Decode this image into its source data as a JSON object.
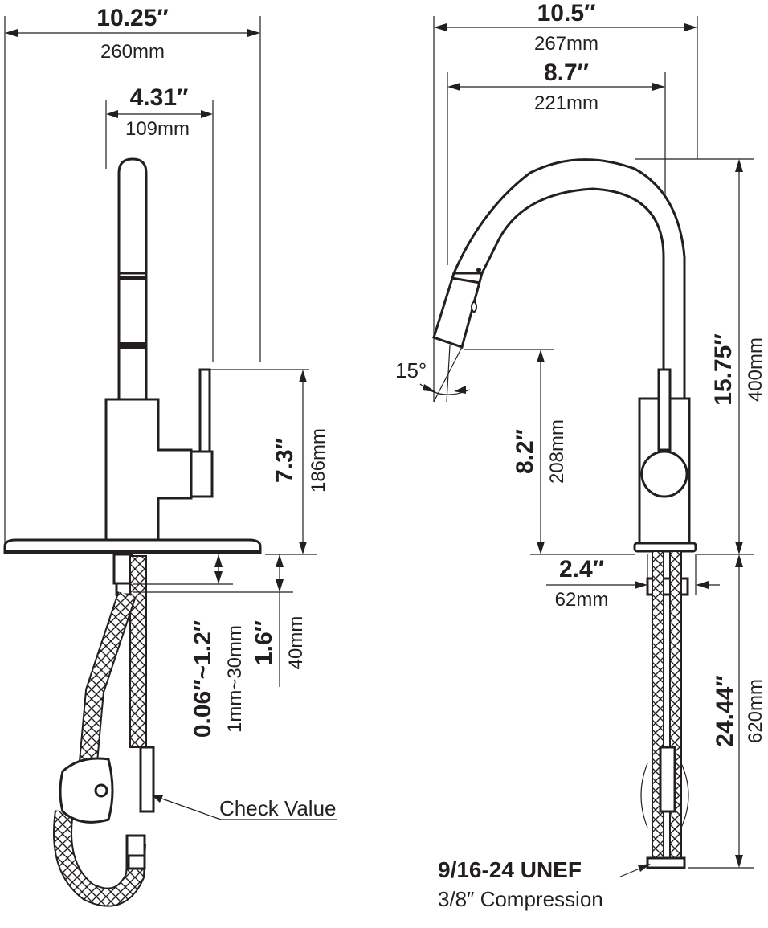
{
  "left_view": {
    "width_in": "10.25″",
    "width_mm": "260mm",
    "spout_in": "4.31″",
    "spout_mm": "109mm",
    "handle_height_in": "7.3″",
    "handle_height_mm": "186mm",
    "deck_thickness_in": "0.06″~1.2″",
    "deck_thickness_mm": "1mm~30mm",
    "shank_in": "1.6″",
    "shank_mm": "40mm",
    "check_valve_label": "Check Value"
  },
  "right_view": {
    "reach_in": "10.5″",
    "reach_mm": "267mm",
    "spout_reach_in": "8.7″",
    "spout_reach_mm": "221mm",
    "angle": "15°",
    "height_in": "15.75″",
    "height_mm": "400mm",
    "clearance_in": "8.2″",
    "clearance_mm": "208mm",
    "base_in": "2.4″",
    "base_mm": "62mm",
    "hose_in": "24.44″",
    "hose_mm": "620mm",
    "thread_label": "9/16-24 UNEF",
    "compression_label": "3/8″ Compression"
  }
}
